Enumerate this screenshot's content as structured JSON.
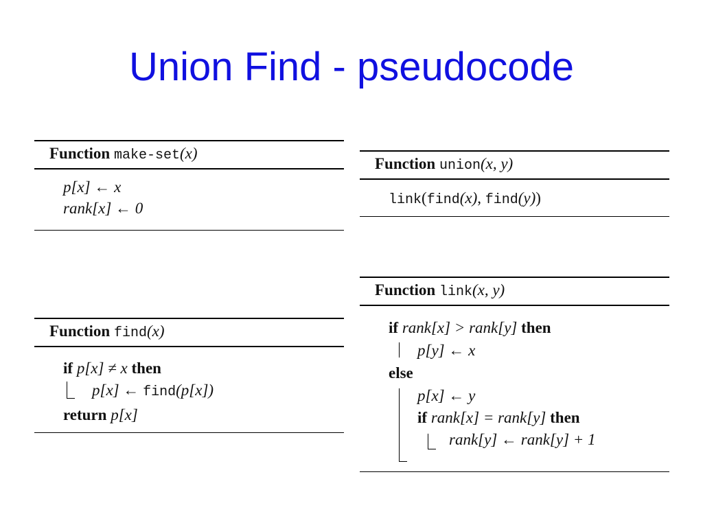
{
  "title": "Union Find - pseudocode",
  "colors": {
    "title": "#1010e0",
    "text": "#111111"
  },
  "functions": {
    "make_set": {
      "keyword": "Function",
      "name": "make-set",
      "params": "(x)",
      "lines": [
        "p[x] ← x",
        "rank[x] ← 0"
      ]
    },
    "union": {
      "keyword": "Function",
      "name": "union",
      "params": "(x, y)",
      "body": {
        "link": "link",
        "find1": "find",
        "arg1": "(x)",
        "find2": "find",
        "arg2": "(y)"
      }
    },
    "find": {
      "keyword": "Function",
      "name": "find",
      "params": "(x)",
      "if_kw": "if",
      "cond": "p[x] ≠ x",
      "then_kw": "then",
      "assign": "p[x] ← ",
      "call": "find",
      "call_arg": "(p[x])",
      "return_kw": "return",
      "return_val": "p[x]"
    },
    "link": {
      "keyword": "Function",
      "name": "link",
      "params": "(x, y)",
      "if_kw": "if",
      "cond1": "rank[x] > rank[y]",
      "then_kw": "then",
      "then_stmt": "p[y] ← x",
      "else_kw": "else",
      "else_stmt": "p[x] ← y",
      "if2_kw": "if",
      "cond2": "rank[x] = rank[y]",
      "then2_kw": "then",
      "inc_stmt": "rank[y] ← rank[y] + 1"
    }
  }
}
